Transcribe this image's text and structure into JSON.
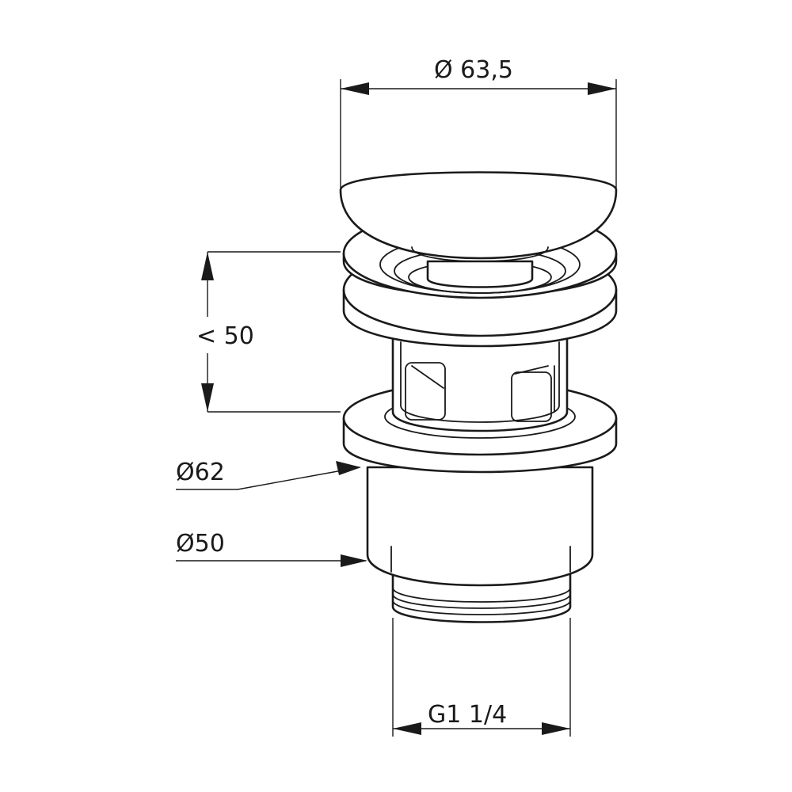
{
  "dimensions": {
    "cap_diameter": "Ø 63,5",
    "stroke_height": "< 50",
    "flange_diameter": "Ø62",
    "body_diameter": "Ø50",
    "thread_size": "G1 1/4"
  },
  "colors": {
    "line": "#1a1a1a",
    "background": "#ffffff"
  }
}
